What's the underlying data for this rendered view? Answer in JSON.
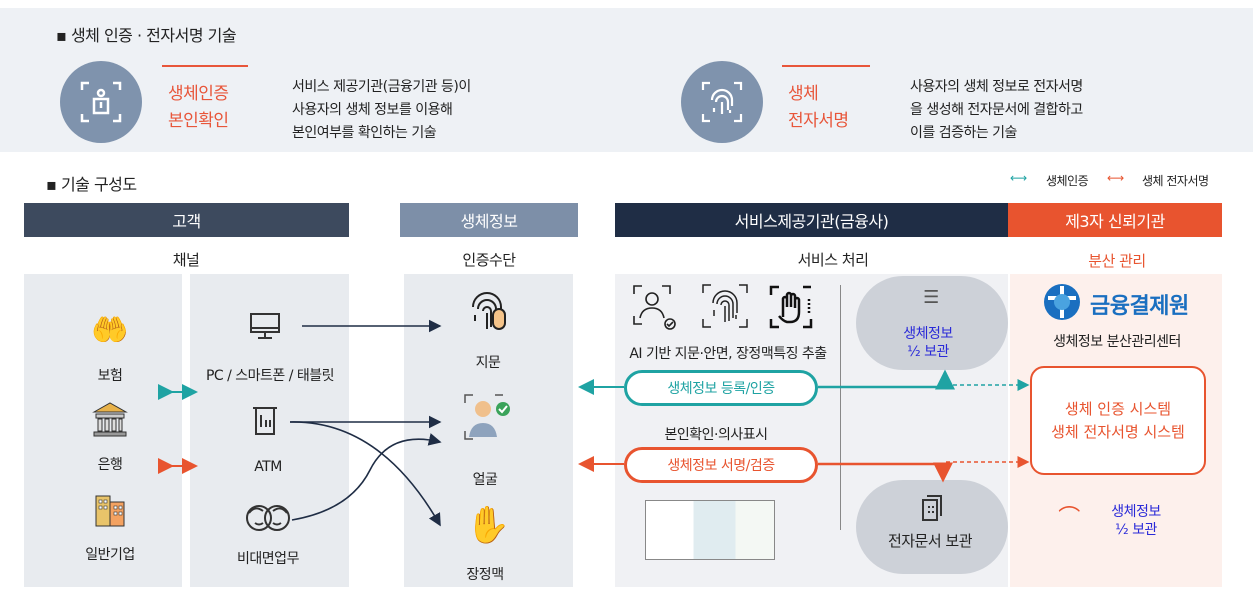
{
  "top": {
    "title": "생체 인증 · 전자서명 기술",
    "auth": {
      "label_lines": [
        "생체인증",
        "본인확인"
      ],
      "desc_lines": [
        "서비스 제공기관(금융기관 등)이",
        "사용자의 생체 정보를  이용해",
        "본인여부를 확인하는 기술"
      ]
    },
    "sign": {
      "label_lines": [
        "생체",
        "전자서명"
      ],
      "desc_lines": [
        "사용자의 생체 정보로 전자서명",
        "을 생성해 전자문서에 결합하고",
        "이를  검증하는 기술"
      ]
    }
  },
  "diagram": {
    "title": "기술 구성도",
    "legend": [
      {
        "label": "생체인증",
        "color": "#1fa3a3"
      },
      {
        "label": "생체 전자서명",
        "color": "#e8542f"
      }
    ],
    "headers": {
      "customer": "고객",
      "bio": "생체정보",
      "provider": "서비스제공기관(금융사)",
      "third": "제3자 신뢰기관"
    },
    "subheaders": {
      "channel": "채널",
      "means": "인증수단",
      "process": "서비스 처리",
      "distributed": "분산 관리"
    },
    "customers": [
      "보험",
      "은행",
      "일반기업"
    ],
    "channels": [
      "PC / 스마트폰 / 태블릿",
      "ATM",
      "비대면업무"
    ],
    "means": [
      "지문",
      "얼굴",
      "장정맥"
    ],
    "process": {
      "extract": "AI 기반 지문·안면, 장정맥특징 추출",
      "register": "생체정보 등록/인증",
      "intent": "본인확인·의사표시",
      "sign": "생체정보 서명/검증",
      "half_store": [
        "생체정보",
        "½ 보관"
      ],
      "doc_store": "전자문서 보관"
    },
    "third": {
      "logo": "금융결제원",
      "center": "생체정보 분산관리센터",
      "systems": [
        "생체 인증 시스템",
        "생체 전자서명 시스템"
      ],
      "half_store": [
        "생체정보",
        "½ 보관"
      ]
    },
    "colors": {
      "teal": "#1fa3a3",
      "orange": "#e8542f",
      "navy": "#1f2d45",
      "blue": "#2a2ad8"
    }
  }
}
